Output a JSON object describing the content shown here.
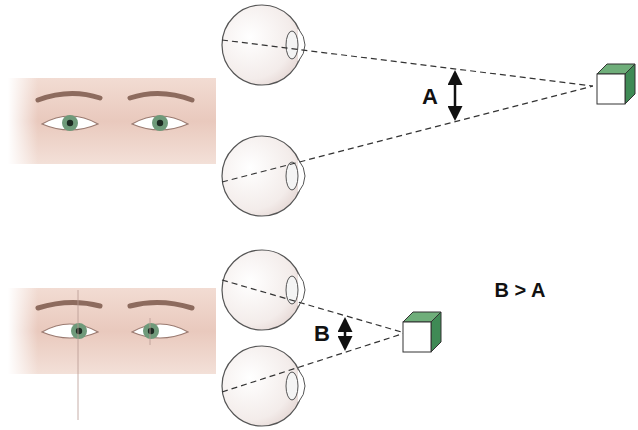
{
  "diagram": {
    "labels": [
      "A",
      "B",
      "B > A"
    ]
  }
}
